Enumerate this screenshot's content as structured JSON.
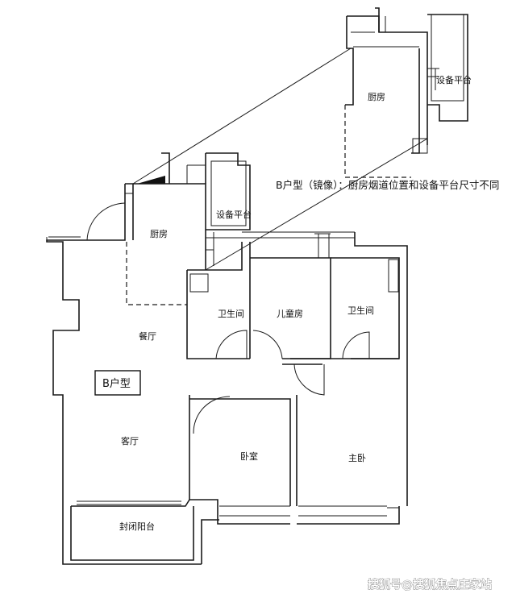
{
  "labels": {
    "kitchen_top": "厨房",
    "platform_top": "设备平台",
    "note": "B户型（镜像）：厨房烟道位置和设备平台尺寸不同",
    "kitchen": "厨房",
    "platform": "设备平台",
    "bath_left": "卫生间",
    "kids_room": "儿童房",
    "bath_right": "卫生间",
    "dining": "餐厅",
    "unit_type": "B户型",
    "living": "客厅",
    "bedroom": "卧室",
    "master_bedroom": "主卧",
    "balcony": "封闭阳台"
  },
  "watermark": "搜狐号@搜狐焦点庄家站"
}
